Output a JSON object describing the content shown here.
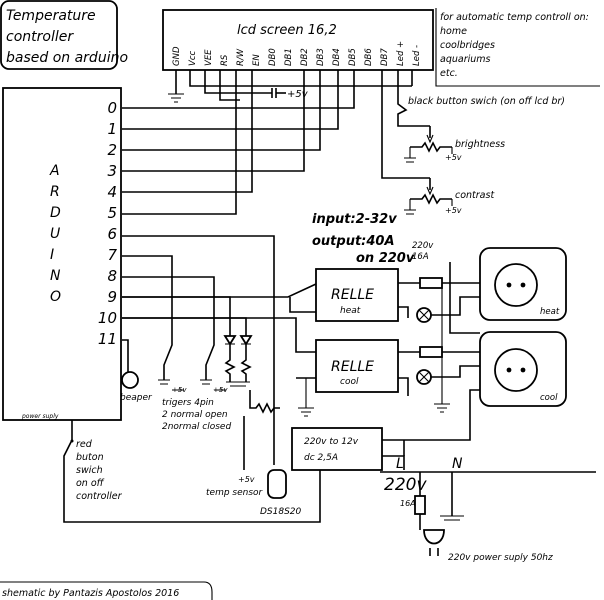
{
  "title_lines": [
    "Temperature",
    "controller",
    "based on arduino"
  ],
  "lcd": {
    "title": "lcd screen 16,2",
    "pins": [
      "GND",
      "Vcc",
      "VEE",
      "RS",
      "R/W",
      "EN",
      "DB0",
      "DB1",
      "DB2",
      "DB3",
      "DB4",
      "DB5",
      "DB6",
      "DB7",
      "Led +",
      "Led -"
    ]
  },
  "applications": [
    "for automatic temp controll on:",
    "home",
    "coolbridges",
    "aquariums",
    "etc."
  ],
  "arduino": {
    "letters": [
      "A",
      "R",
      "D",
      "U",
      "I",
      "N",
      "O"
    ],
    "pins": [
      "0",
      "1",
      "2",
      "3",
      "4",
      "5",
      "6",
      "7",
      "8",
      "9",
      "10",
      "11"
    ],
    "power_supply": "power suply"
  },
  "labels": {
    "plus5v": "+5v",
    "black_button": "black button swich (on off lcd br)",
    "brightness": "brightness",
    "contrast": "contrast",
    "input": "input:2-32v",
    "output": "output:40A",
    "on220": "on 220v",
    "fuse_top_line1": "220v",
    "fuse_top_line2": "16A",
    "relle": "RELLE",
    "heat": "heat",
    "cool": "cool",
    "beaper": "beaper",
    "trigers": [
      "trigers 4pin",
      "2 normal open",
      "2normal closed"
    ],
    "red_button": [
      "red",
      "buton",
      "swich",
      "on off",
      "controller"
    ],
    "converter": [
      "220v to 12v",
      "dc 2,5A"
    ],
    "L": "L",
    "N": "N",
    "v220": "220v",
    "fuse_bottom": "16A",
    "temp_sensor": "temp sensor",
    "ds18s20": "DS18S20",
    "power_supply_label": "220v power suply 50hz",
    "credit": "shematic by Pantazis Apostolos 2016"
  }
}
